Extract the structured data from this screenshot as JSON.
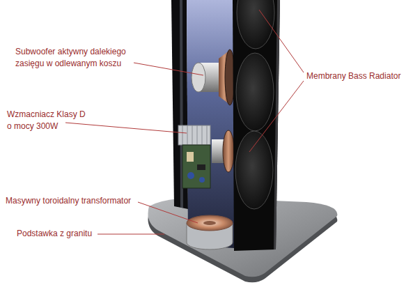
{
  "diagram": {
    "labels": [
      "Subwoofer aktywny dalekiego zasięgu w odlewanym koszu",
      "Membrany Bass Radiator",
      "Wzmacniacz Klasy D o mocy 300W",
      "Masywny toroidalny transformator",
      "Podstawka z granitu"
    ]
  }
}
